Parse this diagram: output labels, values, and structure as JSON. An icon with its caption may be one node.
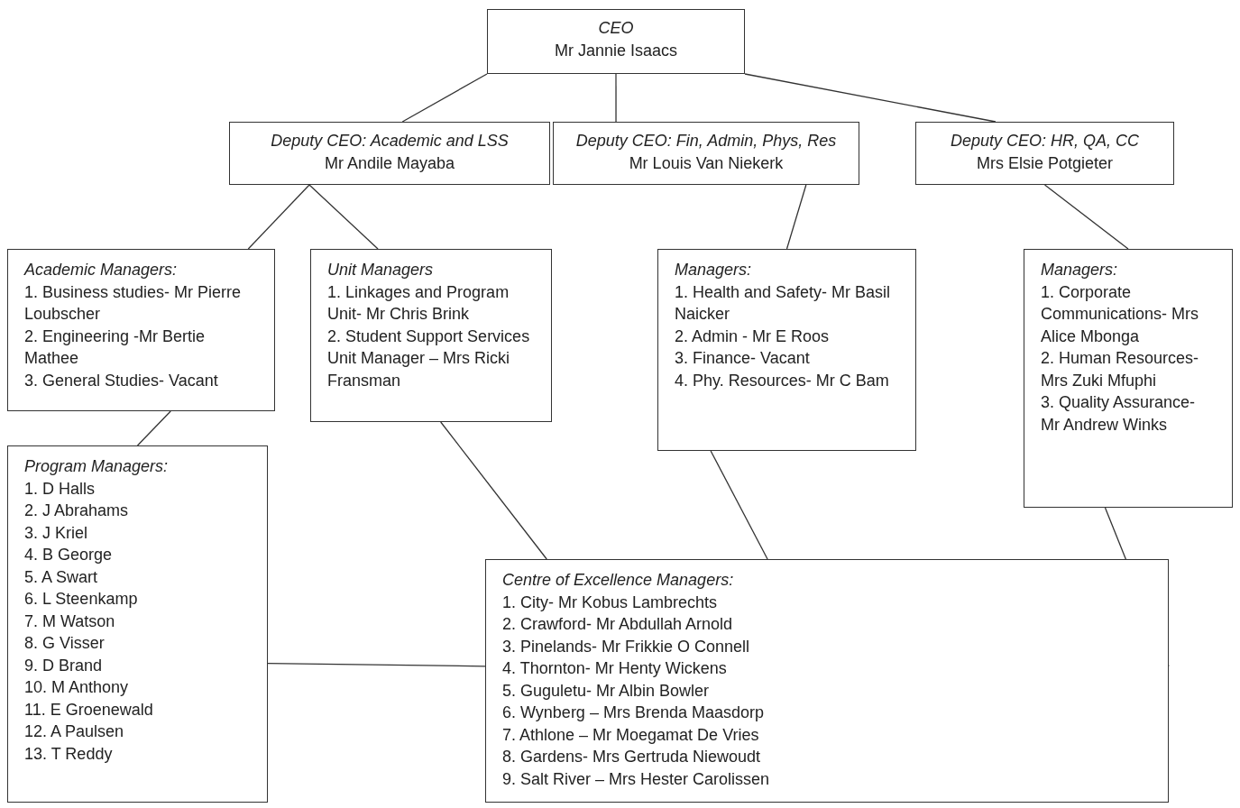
{
  "diagram": {
    "nodes": [
      {
        "text": [
          "CEO",
          "Mr Jannie Isaacs"
        ]
      },
      {
        "text": [
          "Deputy CEO: Academic and LSS",
          "Mr Andile Mayaba"
        ]
      },
      {
        "text": [
          "Deputy CEO: Fin, Admin, Phys, Res",
          "Mr Louis Van Niekerk"
        ]
      },
      {
        "text": [
          "Deputy CEO: HR, QA, CC",
          "Mrs Elsie Potgieter"
        ]
      },
      {
        "text": [
          "Academic Managers:",
          "1. Business studies- Mr Pierre Loubscher",
          "2. Engineering -Mr Bertie Mathee",
          "3. General Studies- Vacant"
        ]
      },
      {
        "text": [
          "Unit Managers",
          "1. Linkages and Program Unit- Mr Chris Brink",
          "2. Student Support Services Unit Manager – Mrs Ricki Fransman"
        ]
      },
      {
        "text": [
          "Managers:",
          "1. Health and Safety- Mr Basil Naicker",
          "2. Admin - Mr E Roos",
          "3. Finance- Vacant",
          "4. Phy. Resources- Mr C Bam"
        ]
      },
      {
        "text": [
          "Managers:",
          "1. Corporate Communications- Mrs Alice Mbonga",
          "2. Human Resources- Mrs Zuki Mfuphi",
          "3. Quality Assurance- Mr Andrew Winks"
        ]
      },
      {
        "text": [
          "Program Managers:",
          "1. D Halls",
          "2. J Abrahams",
          "3. J Kriel",
          "4. B George",
          "5. A Swart",
          "6. L Steenkamp",
          "7. M Watson",
          "8. G Visser",
          "9. D Brand",
          "10. M Anthony",
          "11. E Groenewald",
          "12. A Paulsen",
          "13. T Reddy"
        ]
      },
      {
        "text": [
          "Centre of Excellence Managers:",
          "1. City- Mr Kobus Lambrechts",
          "2. Crawford- Mr Abdullah Arnold",
          "3. Pinelands- Mr Frikkie O Connell",
          "4. Thornton- Mr Henty Wickens",
          "5. Guguletu- Mr Albin Bowler",
          "6. Wynberg – Mrs Brenda Maasdorp",
          "7. Athlone – Mr Moegamat De Vries",
          "8. Gardens- Mrs Gertruda Niewoudt",
          "9. Salt River – Mrs Hester Carolissen"
        ]
      }
    ],
    "edges": [
      {
        "from": 0,
        "to": 1,
        "arrow": "none"
      },
      {
        "from": 0,
        "to": 2,
        "arrow": "none"
      },
      {
        "from": 0,
        "to": 3,
        "arrow": "none"
      },
      {
        "from": 1,
        "to": 4,
        "arrow": "none"
      },
      {
        "from": 1,
        "to": 5,
        "arrow": "none"
      },
      {
        "from": 2,
        "to": 6,
        "arrow": "none"
      },
      {
        "from": 3,
        "to": 7,
        "arrow": "none"
      },
      {
        "from": 4,
        "to": 8,
        "arrow": "none"
      },
      {
        "from": 5,
        "to": 9,
        "arrow": "none"
      },
      {
        "from": 6,
        "to": 9,
        "arrow": "none"
      },
      {
        "from": 7,
        "to": 9,
        "arrow": "none"
      },
      {
        "from": 8,
        "to": 9,
        "arrow": "none"
      }
    ]
  }
}
